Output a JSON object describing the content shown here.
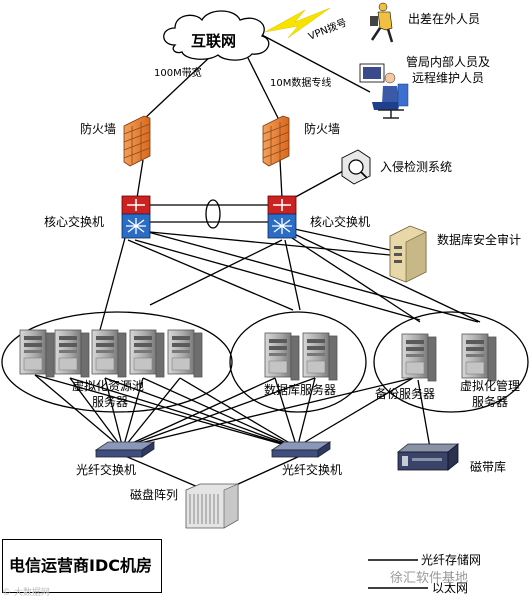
{
  "internet": {
    "label": "互联网"
  },
  "vpn": {
    "label": "VPN拨号"
  },
  "remote_user": {
    "label": "出差在外人员"
  },
  "internal_user": {
    "line1": "管局内部人员及",
    "line2": "远程维护人员"
  },
  "links": {
    "bandwidth_100m": "100M带宽",
    "dedicated_10m": "10M数据专线"
  },
  "firewall_left": {
    "label": "防火墙"
  },
  "firewall_right": {
    "label": "防火墙"
  },
  "ids": {
    "label": "入侵检测系统"
  },
  "core_switch_left": {
    "label": "核心交换机"
  },
  "core_switch_right": {
    "label": "核心交换机"
  },
  "db_audit": {
    "label": "数据库安全审计"
  },
  "virt_pool": {
    "line1": "虚拟化资源池",
    "line2": "服务器"
  },
  "db_servers": {
    "label": "数据库服务器"
  },
  "backup_server": {
    "label": "备份服务器"
  },
  "virt_mgmt": {
    "line1": "虚拟化管理",
    "line2": "服务器"
  },
  "fiber_switch_left": {
    "label": "光纤交换机"
  },
  "fiber_switch_right": {
    "label": "光纤交换机"
  },
  "tape_library": {
    "label": "磁带库"
  },
  "disk_array": {
    "label": "磁盘阵列"
  },
  "title": {
    "label": "电信运营商IDC机房"
  },
  "legend": {
    "fiber": "光纤存储网",
    "ethernet": "以太网"
  },
  "watermark": {
    "left": "© 大数据网",
    "right": "徐汇软件基地"
  },
  "colors": {
    "firewall": "#e8823a",
    "switch_red": "#cc2222",
    "switch_blue": "#2b6cc4",
    "server": "#9a9a9a"
  }
}
